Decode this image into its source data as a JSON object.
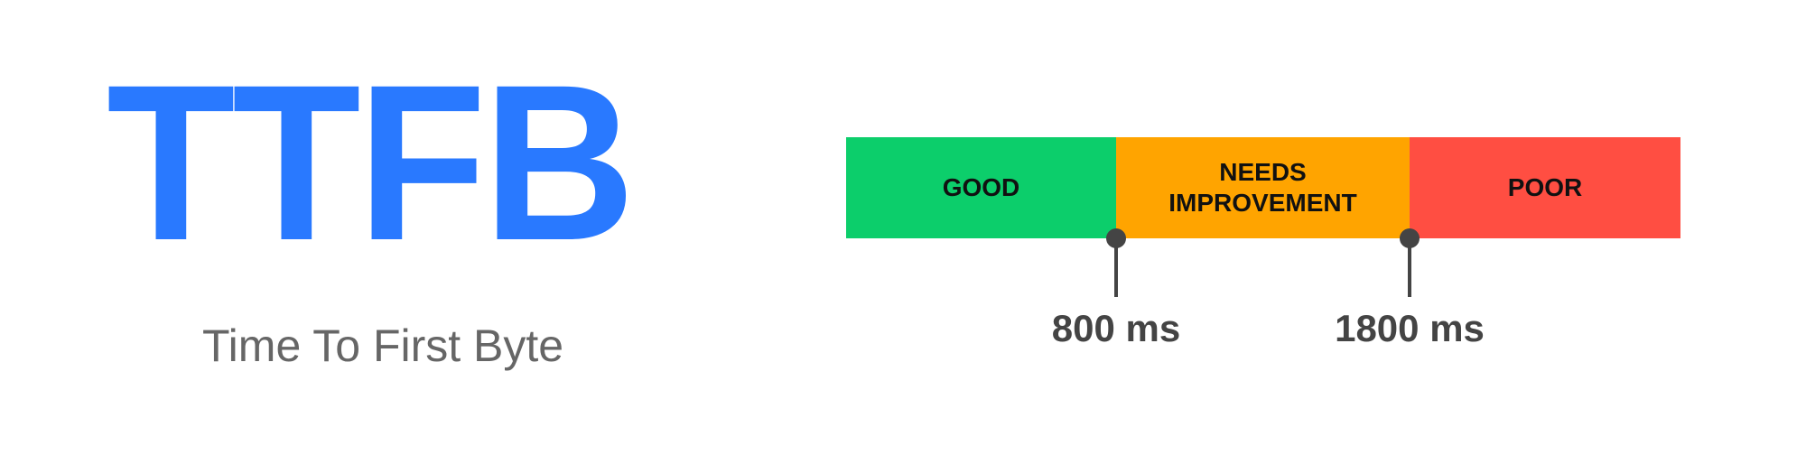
{
  "metric": {
    "abbreviation": "TTFB",
    "full_name": "Time To First Byte",
    "color": "#2979ff"
  },
  "scale": {
    "segments": [
      {
        "label_lines": [
          "GOOD"
        ],
        "color": "#0cce6b"
      },
      {
        "label_lines": [
          "NEEDS",
          "IMPROVEMENT"
        ],
        "color": "#ffa400"
      },
      {
        "label_lines": [
          "POOR"
        ],
        "color": "#ff4e42"
      }
    ],
    "thresholds": [
      {
        "value": 800,
        "label": "800 ms"
      },
      {
        "value": 1800,
        "label": "1800 ms"
      }
    ]
  }
}
